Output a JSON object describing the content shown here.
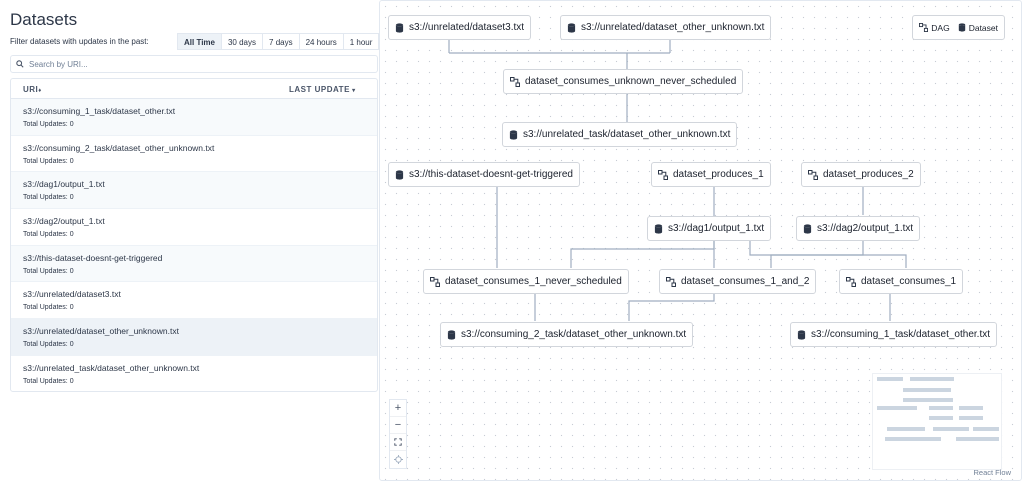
{
  "page": {
    "title": "Datasets",
    "filter_label": "Filter datasets with updates in the past:",
    "filters": [
      "All Time",
      "30 days",
      "7 days",
      "24 hours",
      "1 hour"
    ],
    "active_filter": "All Time",
    "search_placeholder": "Search by URI..."
  },
  "table": {
    "columns": {
      "uri": "URI",
      "last_update": "LAST UPDATE"
    },
    "rows": [
      {
        "uri": "s3://consuming_1_task/dataset_other.txt",
        "updates": "Total Updates: 0"
      },
      {
        "uri": "s3://consuming_2_task/dataset_other_unknown.txt",
        "updates": "Total Updates: 0"
      },
      {
        "uri": "s3://dag1/output_1.txt",
        "updates": "Total Updates: 0"
      },
      {
        "uri": "s3://dag2/output_1.txt",
        "updates": "Total Updates: 0"
      },
      {
        "uri": "s3://this-dataset-doesnt-get-triggered",
        "updates": "Total Updates: 0"
      },
      {
        "uri": "s3://unrelated/dataset3.txt",
        "updates": "Total Updates: 0"
      },
      {
        "uri": "s3://unrelated/dataset_other_unknown.txt",
        "updates": "Total Updates: 0"
      },
      {
        "uri": "s3://unrelated_task/dataset_other_unknown.txt",
        "updates": "Total Updates: 0"
      }
    ]
  },
  "graph": {
    "legend": {
      "dag": "DAG",
      "dataset": "Dataset"
    },
    "nodes": [
      {
        "id": "ds_unrel3",
        "label": "s3://unrelated/dataset3.txt",
        "kind": "dataset"
      },
      {
        "id": "ds_unrel_other",
        "label": "s3://unrelated/dataset_other_unknown.txt",
        "kind": "dataset"
      },
      {
        "id": "dag_never",
        "label": "dataset_consumes_unknown_never_scheduled",
        "kind": "dag"
      },
      {
        "id": "ds_unrel_task",
        "label": "s3://unrelated_task/dataset_other_unknown.txt",
        "kind": "dataset"
      },
      {
        "id": "ds_notrig",
        "label": "s3://this-dataset-doesnt-get-triggered",
        "kind": "dataset"
      },
      {
        "id": "dag_prod1",
        "label": "dataset_produces_1",
        "kind": "dag"
      },
      {
        "id": "dag_prod2",
        "label": "dataset_produces_2",
        "kind": "dag"
      },
      {
        "id": "ds_dag1",
        "label": "s3://dag1/output_1.txt",
        "kind": "dataset"
      },
      {
        "id": "ds_dag2",
        "label": "s3://dag2/output_1.txt",
        "kind": "dataset"
      },
      {
        "id": "dag_c1_never",
        "label": "dataset_consumes_1_never_scheduled",
        "kind": "dag"
      },
      {
        "id": "dag_c12",
        "label": "dataset_consumes_1_and_2",
        "kind": "dag"
      },
      {
        "id": "dag_c1",
        "label": "dataset_consumes_1",
        "kind": "dag"
      },
      {
        "id": "ds_cons2",
        "label": "s3://consuming_2_task/dataset_other_unknown.txt",
        "kind": "dataset"
      },
      {
        "id": "ds_cons1",
        "label": "s3://consuming_1_task/dataset_other.txt",
        "kind": "dataset"
      }
    ],
    "controls": [
      "zoom-in",
      "zoom-out",
      "fit-view",
      "toggle-interactivity"
    ],
    "attribution": "React Flow"
  }
}
